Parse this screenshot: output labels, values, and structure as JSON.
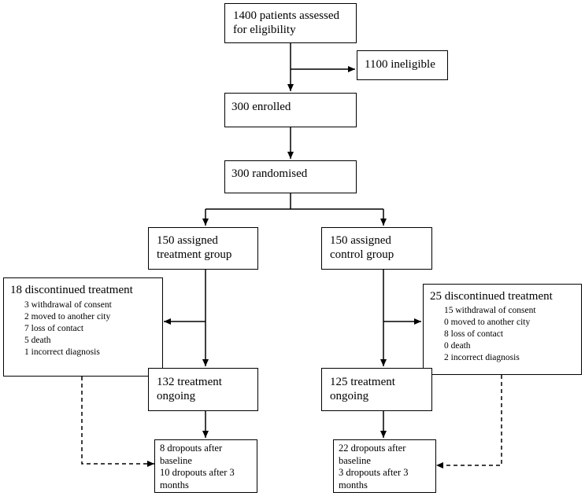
{
  "boxes": {
    "assessed": "1400 patients assessed\nfor eligibility",
    "ineligible": "1100 ineligible",
    "enrolled": "300 enrolled",
    "randomised": "300 randomised",
    "treatment_assigned": "150 assigned\ntreatment group",
    "control_assigned": "150 assigned\ncontrol group",
    "treatment_disc_title": "18 discontinued treatment",
    "treatment_disc_items": [
      "3 withdrawal of consent",
      "2 moved to another city",
      "7 loss of contact",
      "5 death",
      "1 incorrect diagnosis"
    ],
    "control_disc_title": "25 discontinued treatment",
    "control_disc_items": [
      "15 withdrawal of consent",
      "0 moved to another city",
      "8 loss of contact",
      "0 death",
      "2 incorrect diagnosis"
    ],
    "treatment_ongoing": "132 treatment\nongoing",
    "control_ongoing": "125 treatment\nongoing",
    "treatment_dropouts": "8 dropouts after\nbaseline\n10 dropouts after 3\nmonths",
    "control_dropouts": "22 dropouts after\nbaseline\n3 dropouts after 3\nmonths"
  }
}
